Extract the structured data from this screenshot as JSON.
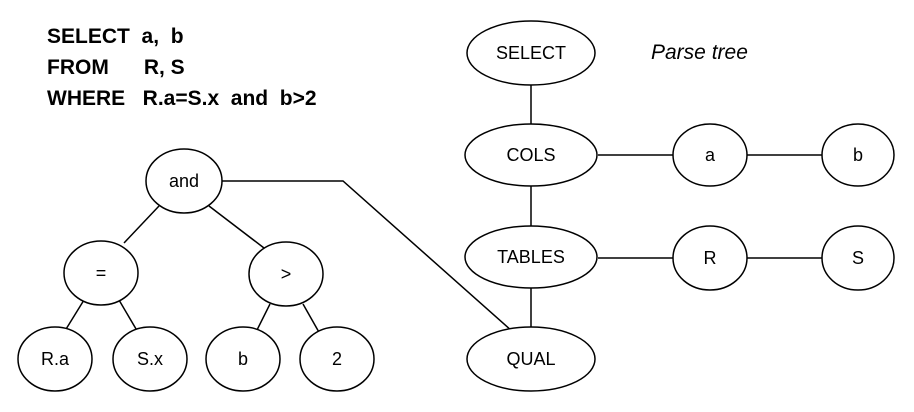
{
  "query": {
    "line1": "SELECT  a,  b",
    "line2": "FROM      R, S",
    "line3": "WHERE   R.a=S.x  and  b>2"
  },
  "caption": "Parse tree",
  "nodes": {
    "select": "SELECT",
    "cols": "COLS",
    "col_a": "a",
    "col_b": "b",
    "tables": "TABLES",
    "table_r": "R",
    "table_s": "S",
    "qual": "QUAL",
    "and": "and",
    "eq": "=",
    "gt": ">",
    "ra": "R.a",
    "sx": "S.x",
    "b": "b",
    "two": "2"
  }
}
